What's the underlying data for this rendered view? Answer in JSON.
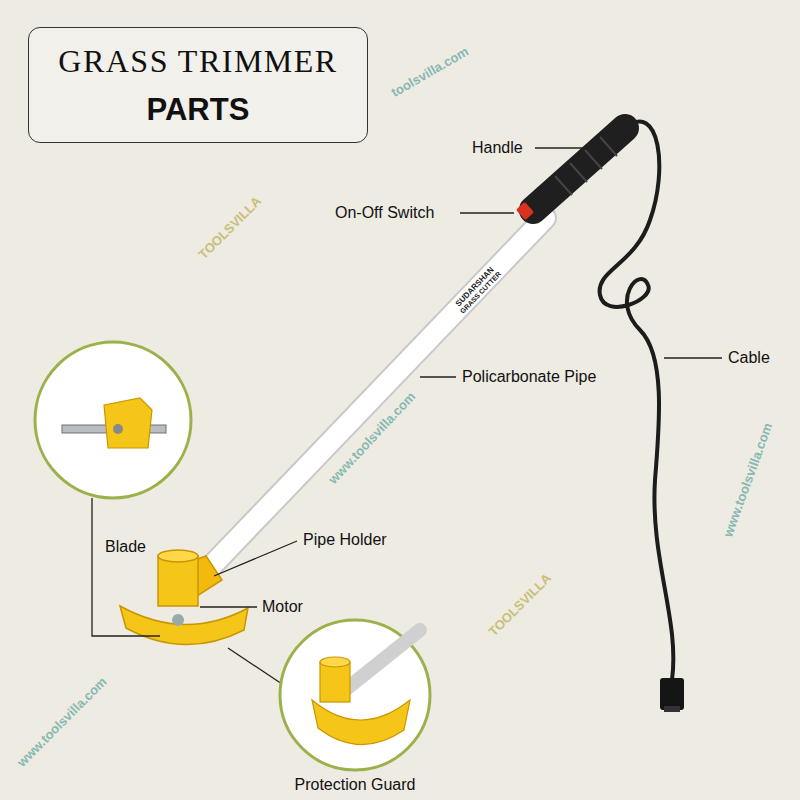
{
  "diagram": {
    "nodes": [
      {
        "text": [
          "GRASS TRIMMER",
          "PARTS"
        ]
      }
    ],
    "labels": [
      "Handle",
      "On-Off Switch",
      "Cable",
      "Policarbonate Pipe",
      "Blade",
      "Pipe Holder",
      "Motor",
      "Protection Guard",
      "SUDARSHAN",
      "GRASS CUTTER",
      "www.toolsvilla.com",
      "toolsvilla.com",
      "TOOLSVILLA",
      "www.toolsvilla.com",
      "www.toolsvilla.com",
      "TOOLSVILLA"
    ]
  }
}
